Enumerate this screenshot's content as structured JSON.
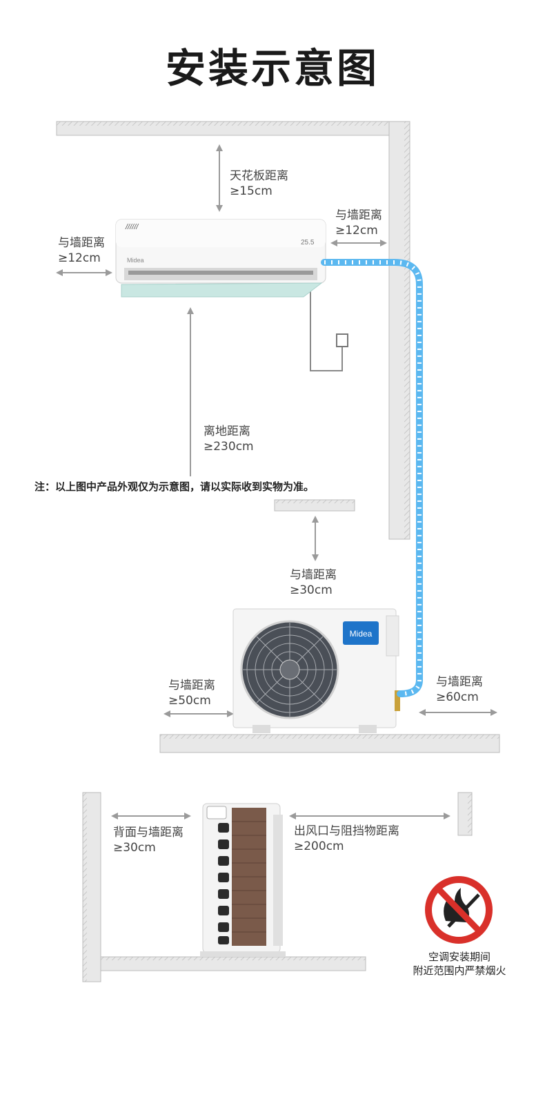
{
  "title": "安装示意图",
  "ceiling": {
    "label": "天花板距离",
    "value": "≥15cm"
  },
  "indoor_left": {
    "label": "与墙距离",
    "value": "≥12cm"
  },
  "indoor_right": {
    "label": "与墙距离",
    "value": "≥12cm"
  },
  "floor": {
    "label": "离地距离",
    "value": "≥230cm"
  },
  "note": "注：以上图中产品外观仅为示意图，请以实际收到实物为准。",
  "outdoor_top": {
    "label": "与墙距离",
    "value": "≥30cm"
  },
  "outdoor_left": {
    "label": "与墙距离",
    "value": "≥50cm"
  },
  "outdoor_right": {
    "label": "与墙距离",
    "value": "≥60cm"
  },
  "side_back": {
    "label": "背面与墙距离",
    "value": "≥30cm"
  },
  "side_outlet": {
    "label": "出风口与阻挡物距离",
    "value": "≥200cm"
  },
  "warning": {
    "line1": "空调安装期间",
    "line2": "附近范围内严禁烟火"
  },
  "brand": {
    "outdoor_logo": "Midea",
    "indoor_logo": "Midea",
    "display": "25.5"
  },
  "colors": {
    "pipe": "#5bb8f0",
    "wall": "#e6e6e6",
    "logo_blue": "#1e74c9",
    "no_fire_red": "#d9302a"
  },
  "icons": [
    "no-fire-icon"
  ]
}
